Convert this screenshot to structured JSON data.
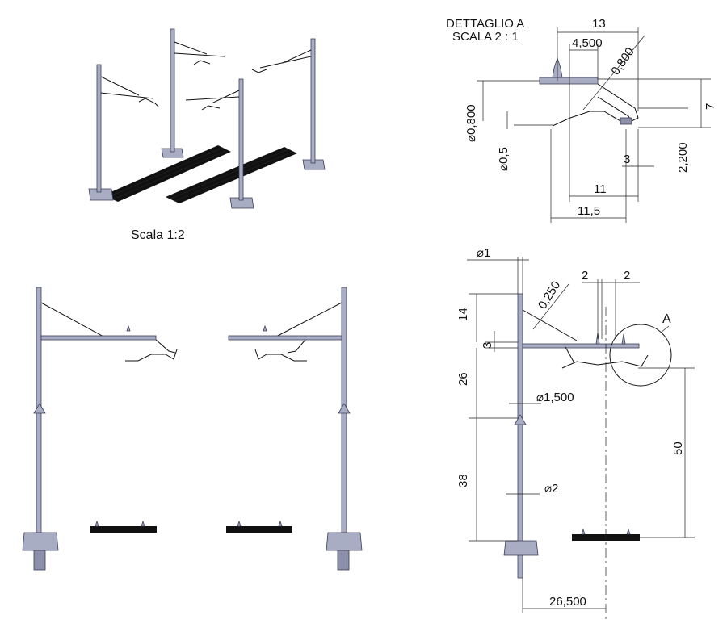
{
  "iso": {
    "scale_label": "Scala 1:2"
  },
  "detail": {
    "title": "DETTAGLIO A",
    "scale": "SCALA 2 : 1",
    "dims": {
      "d13": "13",
      "d4500": "4,500",
      "d0800a": "0,800",
      "d7": "7",
      "dia0800": "⌀0,800",
      "dia05": "⌀0,5",
      "d3": "3",
      "d2200": "2,200",
      "d11": "11",
      "d115": "11,5"
    }
  },
  "side": {
    "callout": "A",
    "dims": {
      "dia1": "⌀1",
      "d0250": "0,250",
      "d2a": "2",
      "d2b": "2",
      "d14": "14",
      "d3": "3",
      "d26": "26",
      "dia1500": "⌀1,500",
      "d38": "38",
      "dia2": "⌀2",
      "d50": "50",
      "d26500": "26,500"
    }
  }
}
